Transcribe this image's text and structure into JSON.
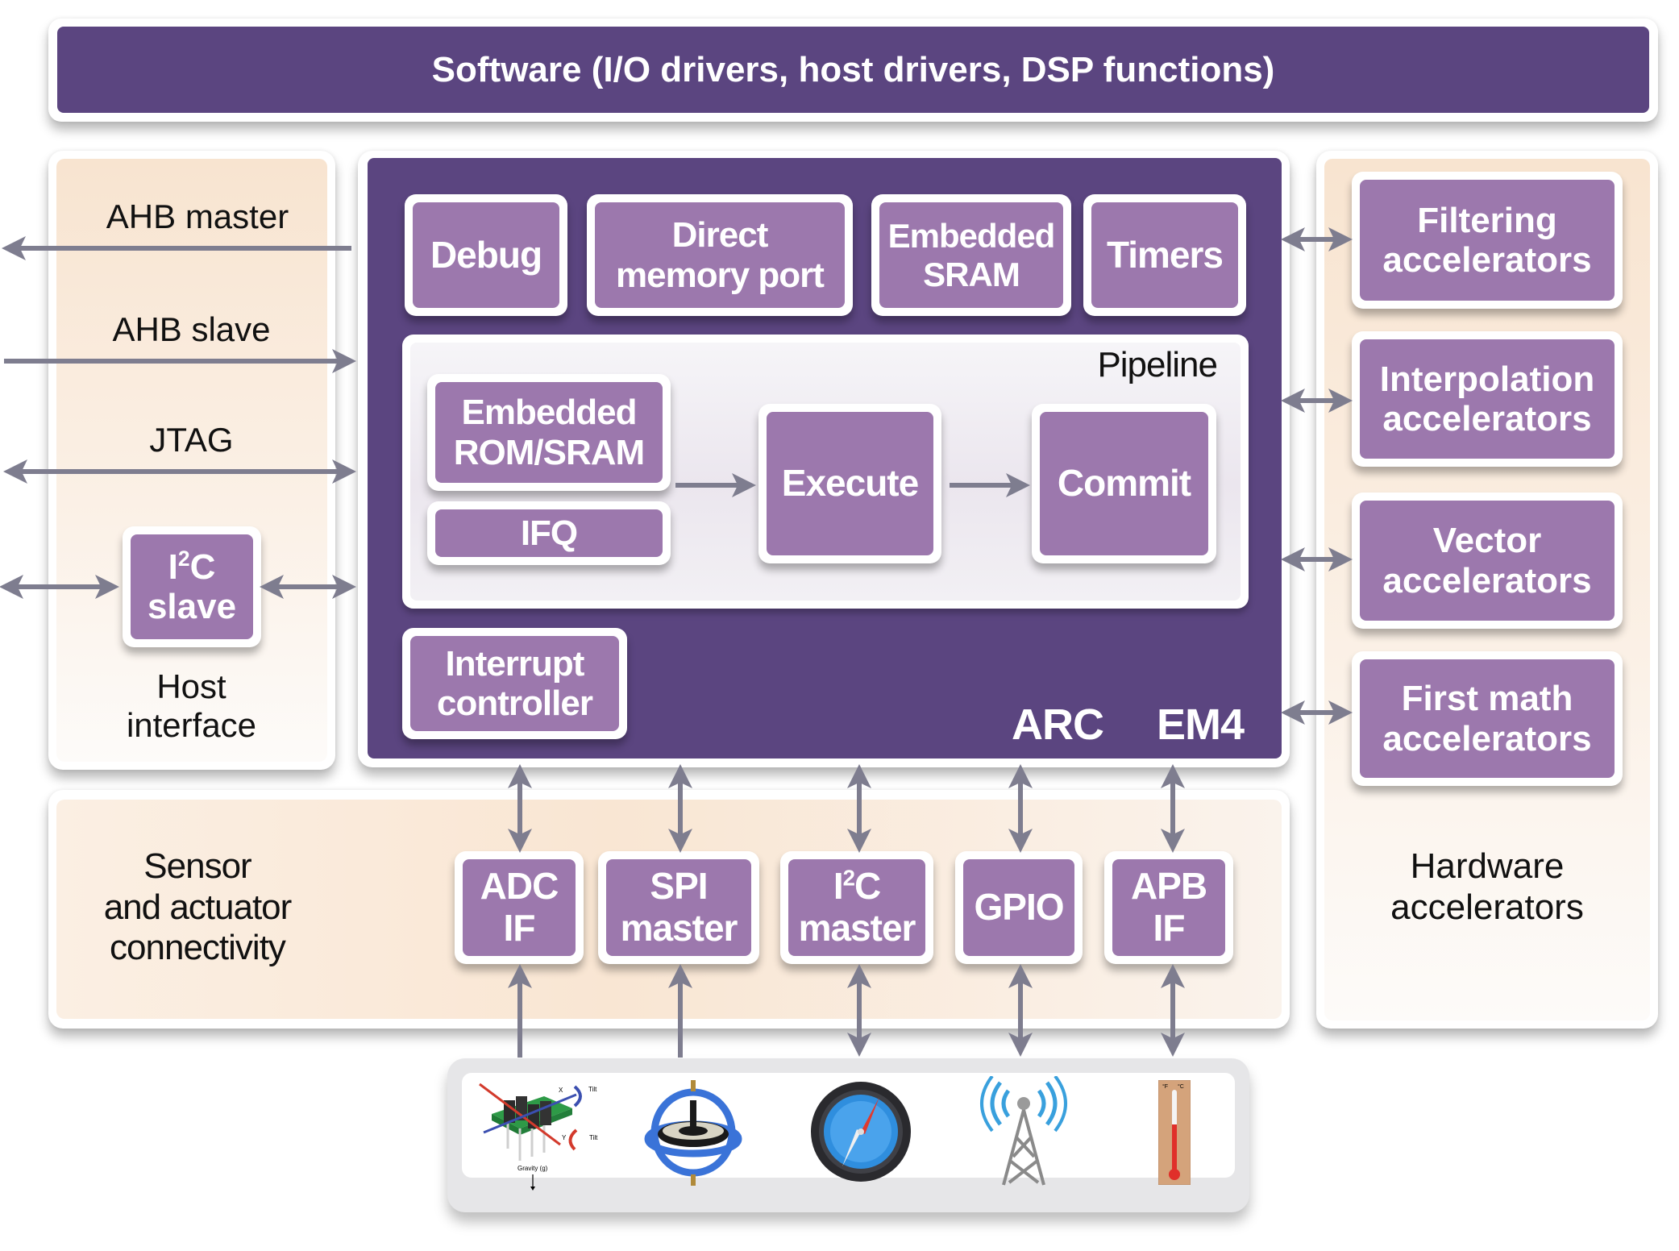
{
  "software_bar": {
    "label": "Software (I/O drivers, host drivers, DSP functions)"
  },
  "host_interface": {
    "title_line1": "Host",
    "title_line2": "interface",
    "signals": [
      {
        "label": "AHB master",
        "direction": "out"
      },
      {
        "label": "AHB slave",
        "direction": "in"
      },
      {
        "label": "JTAG",
        "direction": "bidirectional"
      }
    ],
    "i2c_slave": {
      "line1_main": "I",
      "line1_sup": "2",
      "line1_rest": "C",
      "line2": "slave"
    }
  },
  "core": {
    "name_part1": "ARC",
    "name_part2": "EM4",
    "top_blocks": [
      {
        "line1": "Debug",
        "line2": ""
      },
      {
        "line1": "Direct",
        "line2": "memory port"
      },
      {
        "line1": "Embedded",
        "line2": "SRAM"
      },
      {
        "line1": "Timers",
        "line2": ""
      }
    ],
    "pipeline": {
      "label": "Pipeline",
      "embedded_rom": {
        "line1": "Embedded",
        "line2": "ROM/SRAM"
      },
      "ifq": "IFQ",
      "execute": "Execute",
      "commit": "Commit"
    },
    "interrupt_controller": {
      "line1": "Interrupt",
      "line2": "controller"
    }
  },
  "hardware_accelerators": {
    "title_line1": "Hardware",
    "title_line2": "accelerators",
    "items": [
      {
        "line1": "Filtering",
        "line2": "accelerators"
      },
      {
        "line1": "Interpolation",
        "line2": "accelerators"
      },
      {
        "line1": "Vector",
        "line2": "accelerators"
      },
      {
        "line1": "First math",
        "line2": "accelerators"
      }
    ]
  },
  "sensor_connectivity": {
    "title_line1": "Sensor",
    "title_line2": "and actuator",
    "title_line3": "connectivity",
    "interfaces": [
      {
        "line1": "ADC",
        "line2": "IF",
        "sensor_link": "in"
      },
      {
        "line1": "SPI",
        "line2": "master",
        "sensor_link": "in"
      },
      {
        "line1_main": "I",
        "line1_sup": "2",
        "line1_rest": "C",
        "line2": "master",
        "sensor_link": "bidirectional"
      },
      {
        "line1": "GPIO",
        "line2": "",
        "sensor_link": "bidirectional"
      },
      {
        "line1": "APB",
        "line2": "IF",
        "sensor_link": "bidirectional"
      }
    ]
  },
  "sensors": {
    "icons": [
      "accelerometer-icon",
      "gyroscope-icon",
      "compass-icon",
      "radio-tower-icon",
      "thermometer-icon"
    ],
    "accelerometer_labels": {
      "x_axis": "X",
      "y_axis": "Y",
      "tilt1": "Tilt",
      "tilt2": "Tilt",
      "gravity": "Gravity (g)"
    },
    "thermometer_labels": {
      "f": "°F",
      "c": "°C"
    }
  },
  "colors": {
    "core_purple": "#5b4580",
    "block_purple": "#9c78ad",
    "arrow_gray": "#7e7d8f",
    "panel_warm": "#f9e6d3"
  }
}
